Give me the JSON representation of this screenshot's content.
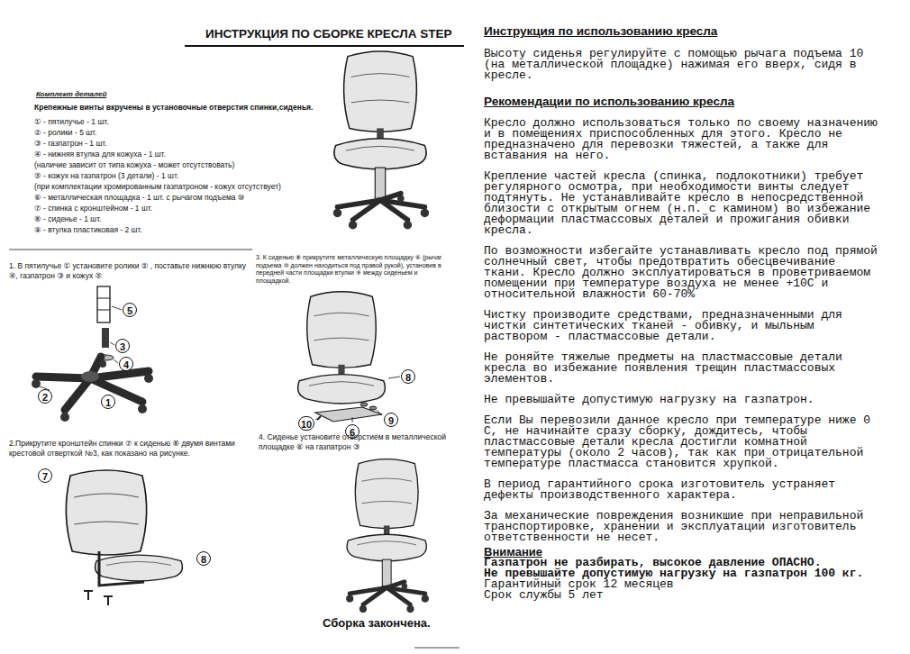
{
  "diagram": {
    "title": "ИНСТРУКЦИЯ ПО СБОРКЕ КРЕСЛА STEP",
    "labels": [
      "Комплект деталей",
      "Крепежные винты вкручены в установочные отверстия спинки,сиденья.",
      "① - пятилучье - 1 шт.",
      "② - ролики - 5 шт.",
      "③ - газпатрон - 1 шт.",
      "④ - нижняя втулка для кожуха - 1 шт.",
      "(наличие зависит от типа кожуха - может отсутствовать)",
      "⑤ - кожух на газпатрон (3 детали) - 1 шт.",
      "(при комплектации хромированным газпатроном - кожух отсутствует)",
      "⑥ - металлическая площадка - 1 шт. с рычагом подъема ⑩",
      "⑦ - спинка с кронштейном - 1 шт.",
      "⑧ - сиденье - 1 шт.",
      "⑨ - втулка пластиковая - 2 шт.",
      "1. В пятилучье ① установите ролики ② , поставьте нижнюю втулку ④, газпатрон ③ и кожух ⑤",
      "5",
      "3",
      "4",
      "2",
      "1",
      "3. К сиденью ⑧ прикрутите металлическую площадку ⑥ (рычаг подъема ⑩ должен находиться под правой рукой), установив в передней части площадки втулки ⑨ между сиденьем и площадкой.",
      "8",
      "10",
      "6",
      "9",
      "2.Прикрутите кронштейн спинки ⑦ к сиденью ⑧ двумя винтами крестовой отверткой №3, как показано на рисунке.",
      "7",
      "8",
      "4. Сиденье установите отверстием в металлической площадке ⑥ на газпатрон ③",
      "Сборка закончена.",
      "Инструкция по использованию кресла",
      "Высоту сиденья регулируйте с помощью рычага подъема 10 (на металлической площадке) нажимая его вверх, сидя в кресле.",
      "Рекомендации по использованию кресла",
      "Кресло должно использоваться только по своему назначению и в помещениях приспособленных для этого. Кресло не предназначено для перевозки тяжестей, а также для вставания на него.",
      "Крепление частей кресла (спинка, подлокотники) требует регулярного осмотра, при необходимости винты следует подтянуть. Не устанавливайте кресло в непосредственной близости с открытым огнем (н.п. с камином) во избежание деформации пластмассовых деталей и прожигания обивки кресла.",
      "По возможности избегайте устанавливать кресло под прямой солнечный свет, чтобы предотвратить обесцвечивание ткани. Кресло должно эксплуатироваться в проветриваемом помещении при температуре воздуха не менее +10С и относительной влажности 60-70%",
      "Чистку производите средствами, предназначенными для чистки синтетических тканей - обивку, и мыльным раствором - пластмассовые детали.",
      "Не роняйте тяжелые предметы на пластмассовые детали кресла во избежание появления трещин пластмассовых элементов.",
      "Не превышайте допустимую нагрузку на газпатрон.",
      "Если Вы перевозили данное кресло при температуре ниже 0 С, не начинайте сразу сборку, дождитесь, чтобы пластмассовые детали кресла достигли комнатной температуры (около 2 часов), так как при отрицательной температуре пластмасса становится хрупкой.",
      "В период гарантийного срока изготовитель устраняет дефекты производственного характера.",
      "За механические повреждения возникшие при неправильной транспортировке, хранении и эксплуатации изготовитель ответственности не несет.",
      "Внимание",
      "Газпатрон не разбирать, высокое давление ОПАСНО.",
      "Не превышайте допустимую нагрузку на газпатрон 100 кг.",
      "Гарантийный срок  12 месяцев",
      "Срок службы 5 лет"
    ]
  }
}
